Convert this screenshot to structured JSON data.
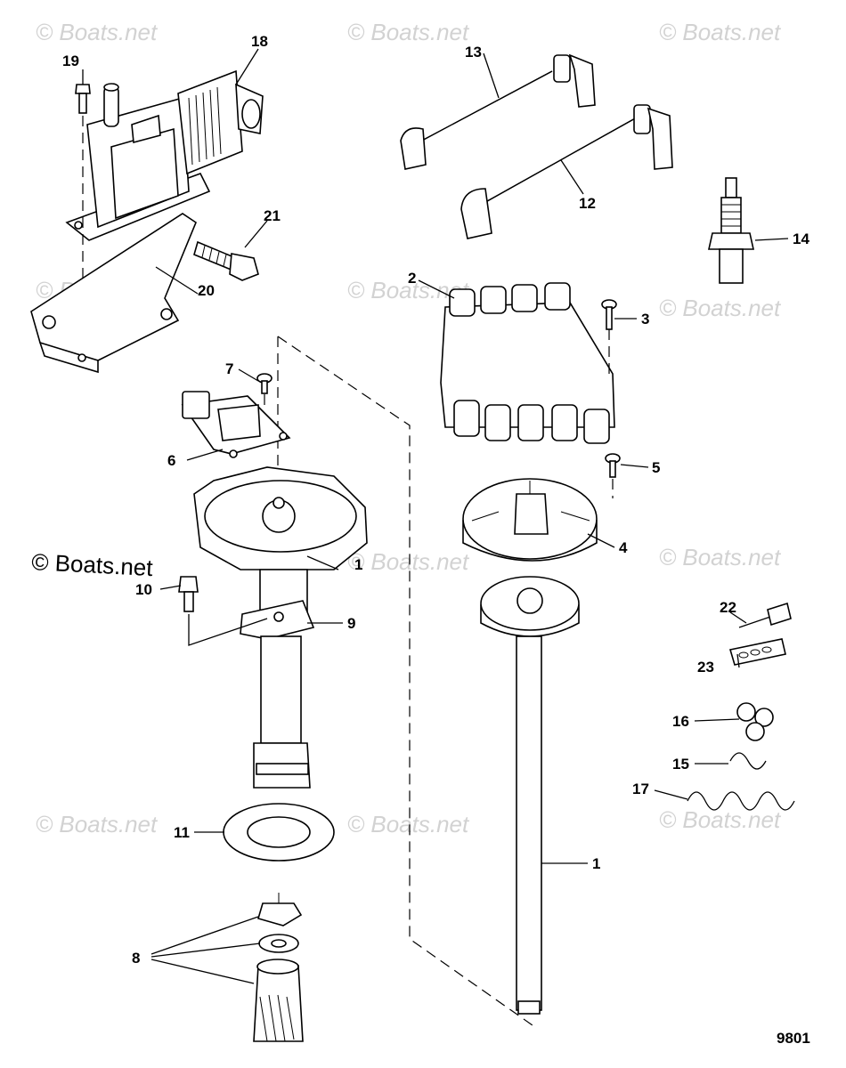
{
  "diagram": {
    "figure_number": "9801",
    "watermark_text": "© Boats.net",
    "primary_watermark_text": "© Boats.net"
  },
  "callouts": [
    {
      "id": "c1a",
      "label": "1"
    },
    {
      "id": "c1b",
      "label": "1"
    },
    {
      "id": "c2",
      "label": "2"
    },
    {
      "id": "c3",
      "label": "3"
    },
    {
      "id": "c4",
      "label": "4"
    },
    {
      "id": "c5",
      "label": "5"
    },
    {
      "id": "c6",
      "label": "6"
    },
    {
      "id": "c7",
      "label": "7"
    },
    {
      "id": "c8",
      "label": "8"
    },
    {
      "id": "c9",
      "label": "9"
    },
    {
      "id": "c10",
      "label": "10"
    },
    {
      "id": "c11",
      "label": "11"
    },
    {
      "id": "c12",
      "label": "12"
    },
    {
      "id": "c13",
      "label": "13"
    },
    {
      "id": "c14",
      "label": "14"
    },
    {
      "id": "c15",
      "label": "15"
    },
    {
      "id": "c16",
      "label": "16"
    },
    {
      "id": "c17",
      "label": "17"
    },
    {
      "id": "c18",
      "label": "18"
    },
    {
      "id": "c19",
      "label": "19"
    },
    {
      "id": "c20",
      "label": "20"
    },
    {
      "id": "c21",
      "label": "21"
    },
    {
      "id": "c22",
      "label": "22"
    },
    {
      "id": "c23",
      "label": "23"
    }
  ]
}
